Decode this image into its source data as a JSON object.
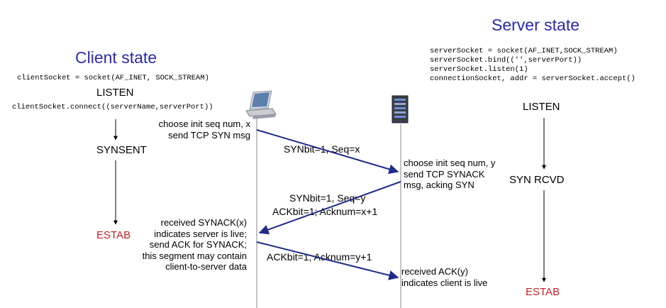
{
  "client": {
    "title": "Client state",
    "socket_code": "clientSocket = socket(AF_INET, SOCK_STREAM)",
    "listen": "LISTEN",
    "connect_code": "clientSocket.connect((serverName,serverPort))",
    "synsent": "SYNSENT",
    "estab": "ESTAB"
  },
  "server": {
    "title": "Server state",
    "code_lines": [
      "serverSocket = socket(AF_INET,SOCK_STREAM)",
      "serverSocket.bind(('',serverPort))",
      "serverSocket.listen(1)",
      "connectionSocket, addr = serverSocket.accept()"
    ],
    "listen": "LISTEN",
    "syn_rcvd": "SYN RCVD",
    "estab": "ESTAB"
  },
  "notes": {
    "client_init": [
      "choose init seq num, x",
      "send TCP SYN msg"
    ],
    "server_init": [
      "choose init seq num, y",
      "send TCP SYNACK",
      "msg, acking SYN"
    ],
    "client_recv": [
      "received SYNACK(x)",
      "indicates server is live;",
      "send ACK for SYNACK;",
      "this segment may contain",
      "client-to-server data"
    ],
    "server_recv": [
      "received ACK(y)",
      "indicates client is live"
    ]
  },
  "messages": {
    "syn": "SYNbit=1, Seq=x",
    "synack_1": "SYNbit=1, Seq=y",
    "synack_2": "ACKbit=1; Acknum=x+1",
    "ack": "ACKbit=1, Acknum=y+1"
  },
  "colors": {
    "title": "#2a2aa8",
    "arrow": "#1f2a8a",
    "estab": "#c0222a"
  },
  "icons": [
    "client-computer-icon",
    "server-tower-icon"
  ]
}
